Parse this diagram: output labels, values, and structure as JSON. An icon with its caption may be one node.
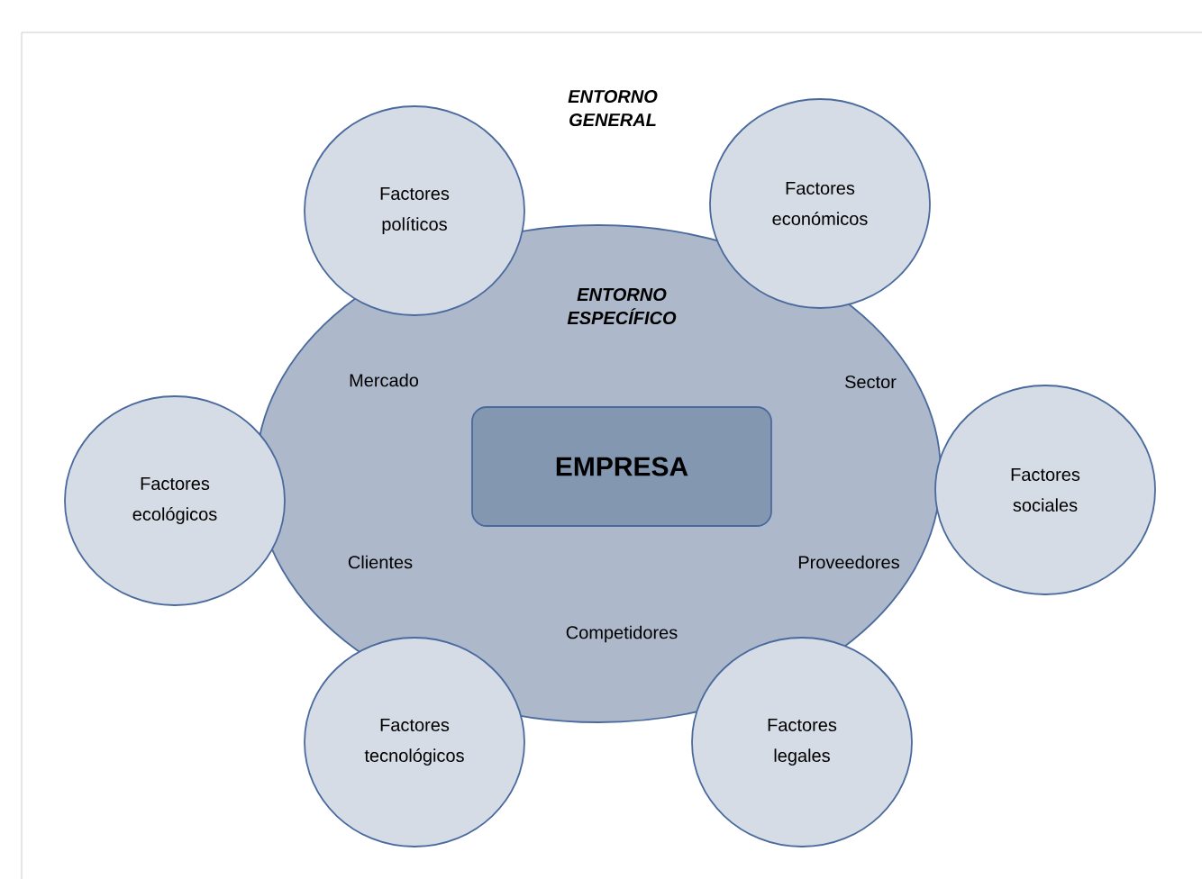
{
  "diagram": {
    "nodes": [
      {
        "text": [
          "ENTORNO ESPECÍFICO",
          "Mercado",
          "Sector",
          "Clientes",
          "Proveedores",
          "Competidores"
        ]
      },
      {
        "text": [
          "EMPRESA"
        ],
        "in": 0
      },
      {
        "text": [
          "Factores políticos"
        ]
      },
      {
        "text": [
          "Factores económicos"
        ]
      },
      {
        "text": [
          "Factores ecológicos"
        ]
      },
      {
        "text": [
          "Factores sociales"
        ]
      },
      {
        "text": [
          "Factores tecnológicos"
        ]
      },
      {
        "text": [
          "Factores legales"
        ]
      }
    ],
    "labels": [
      "ENTORNO GENERAL"
    ]
  }
}
